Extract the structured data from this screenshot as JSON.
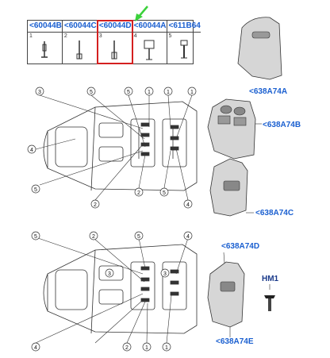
{
  "table": {
    "cells": [
      {
        "code": "<60044B",
        "index": "1"
      },
      {
        "code": "<60044C",
        "index": "2"
      },
      {
        "code": "<60044D",
        "index": "3"
      },
      {
        "code": "<60044A",
        "index": "4"
      },
      {
        "code": "<611B64",
        "index": "5"
      }
    ],
    "selected": "<60044D"
  },
  "parts": {
    "p1": "<638A74A",
    "p2": "<638A74B",
    "p3": "<638A74C",
    "p4": "<638A74D",
    "p5": "HM1",
    "p6": "<638A74E"
  },
  "callouts": {
    "top": [
      "3",
      "5",
      "5",
      "1",
      "1",
      "1"
    ],
    "top_mid_left": "4",
    "top_bottom": [
      "5",
      "2",
      "2",
      "5",
      "4"
    ],
    "bot": [
      "5",
      "2",
      "5",
      "4"
    ],
    "bot_mid": [
      "3",
      "3"
    ],
    "bot_bottom": [
      "4",
      "2",
      "1",
      "1"
    ]
  },
  "colors": {
    "link": "#1a5fd0",
    "highlight": "#d42020",
    "arrow": "#3bd13b"
  }
}
